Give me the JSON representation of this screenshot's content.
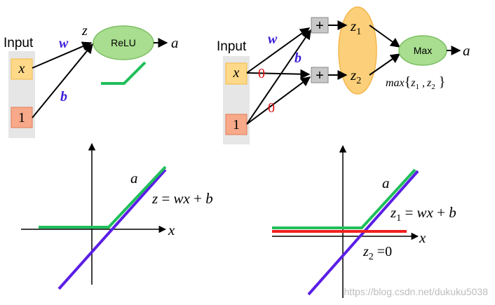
{
  "left_network": {
    "input_label": "Input",
    "x_node": "x",
    "one_node": "1",
    "w_label": "w",
    "b_label": "b",
    "z_label": "z",
    "relu_label": "ReLU",
    "a_label": "a"
  },
  "right_network": {
    "input_label": "Input",
    "x_node": "x",
    "one_node": "1",
    "w_label": "w",
    "b_label": "b",
    "zero_label_1": "0",
    "zero_label_2": "0",
    "plus_1": "+",
    "plus_2": "+",
    "z1_base": "z",
    "z1_sub": "1",
    "z2_base": "z",
    "z2_sub": "2",
    "max_label": "Max",
    "a_label": "a",
    "max_expr": {
      "prefix": "max",
      "open": "{",
      "v1": "z",
      "s1": "1",
      "sep": " ,",
      "v2": "z",
      "s2": "2",
      "close": " }"
    }
  },
  "left_plot": {
    "a_label": "a",
    "eq_lhs": "z",
    "eq_eq": " = ",
    "eq_rhs": "wx",
    "eq_plus": " + ",
    "eq_b": "b",
    "x_label": "x"
  },
  "right_plot": {
    "a_label": "a",
    "eq1_z": "z",
    "eq1_sub": "1",
    "eq1_eq": " = ",
    "eq1_rhs": "wx",
    "eq1_plus": " + ",
    "eq1_b": "b",
    "eq2_z": "z",
    "eq2_sub": "2",
    "eq2_eq": " =0",
    "x_label": "x"
  },
  "watermark": "https://blog.csdn.net/dukuku5038",
  "colors": {
    "input_panel": "#e6e6e6",
    "x_node_fill": "#fdd989",
    "x_node_stroke": "#f5b942",
    "one_node_fill": "#f7a98a",
    "one_node_stroke": "#e07c57",
    "relu_fill": "#a9dd8f",
    "relu_stroke": "#7bbf63",
    "plus_fill": "#c8c8c8",
    "ellipse_fill": "#fcd07a",
    "ellipse_stroke": "#f3b54a",
    "green": "#1fbf5a",
    "blue": "#5a1ee6",
    "red": "#f02020",
    "label_blue": "#3a1fd8",
    "label_red": "#e01010"
  }
}
